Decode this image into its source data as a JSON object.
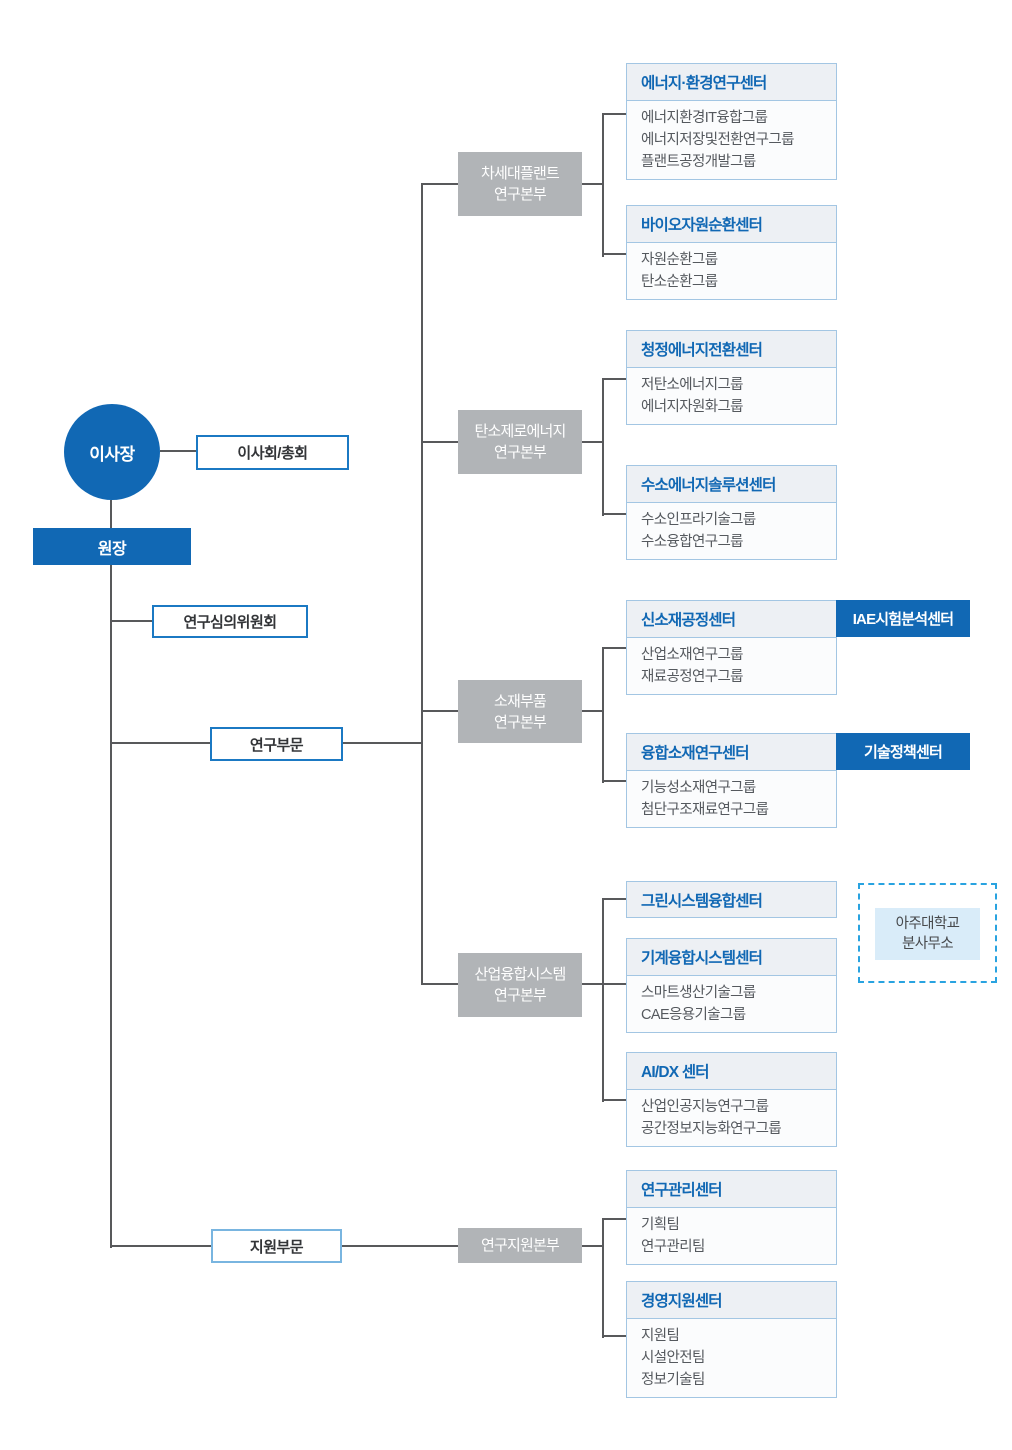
{
  "org": {
    "chairman": "이사장",
    "board": "이사회/총회",
    "president": "원장",
    "committee": "연구심의위원회",
    "research_division": "연구부문",
    "support_division": "지원부문"
  },
  "sections": [
    {
      "hq": {
        "line1": "차세대플랜트",
        "line2": "연구본부"
      },
      "centers": [
        {
          "title": "에너지·환경연구센터",
          "groups": [
            "에너지환경IT융합그룹",
            "에너지저장및전환연구그룹",
            "플랜트공정개발그룹"
          ]
        },
        {
          "title": "바이오자원순환센터",
          "groups": [
            "자원순환그룹",
            "탄소순환그룹"
          ]
        }
      ]
    },
    {
      "hq": {
        "line1": "탄소제로에너지",
        "line2": "연구본부"
      },
      "centers": [
        {
          "title": "청정에너지전환센터",
          "groups": [
            "저탄소에너지그룹",
            "에너지자원화그룹"
          ]
        },
        {
          "title": "수소에너지솔루션센터",
          "groups": [
            "수소인프라기술그룹",
            "수소융합연구그룹"
          ]
        }
      ]
    },
    {
      "hq": {
        "line1": "소재부품",
        "line2": "연구본부"
      },
      "centers": [
        {
          "title": "신소재공정센터",
          "groups": [
            "산업소재연구그룹",
            "재료공정연구그룹"
          ],
          "side": "IAE시험분석센터"
        },
        {
          "title": "융합소재연구센터",
          "groups": [
            "기능성소재연구그룹",
            "첨단구조재료연구그룹"
          ],
          "side": "기술정책센터"
        }
      ]
    },
    {
      "hq": {
        "line1": "산업융합시스템",
        "line2": "연구본부"
      },
      "centers": [
        {
          "title": "그린시스템융합센터",
          "groups": []
        },
        {
          "title": "기계융합시스템센터",
          "groups": [
            "스마트생산기술그룹",
            "CAE응용기술그룹"
          ]
        },
        {
          "title": "AI/DX 센터",
          "groups": [
            "산업인공지능연구그룹",
            "공간정보지능화연구그룹"
          ]
        }
      ]
    },
    {
      "hq": {
        "line1": "연구지원본부",
        "line2": ""
      },
      "centers": [
        {
          "title": "연구관리센터",
          "groups": [
            "기획팀",
            "연구관리팀"
          ]
        },
        {
          "title": "경영지원센터",
          "groups": [
            "지원팀",
            "시설안전팀",
            "정보기술팀"
          ]
        }
      ]
    }
  ],
  "branch_office": {
    "line1": "아주대학교",
    "line2": "분사무소"
  },
  "colors": {
    "primary_blue": "#1168b4",
    "accent_border": "#1b79c3",
    "light_border": "#79b5e0",
    "gray_box": "#b1b4b7",
    "center_border": "#a3c6e3",
    "header_bg": "#edf0f4",
    "dashed_border": "#29a3e0",
    "branch_bg": "#d9ecf9",
    "line": "#58595b"
  }
}
